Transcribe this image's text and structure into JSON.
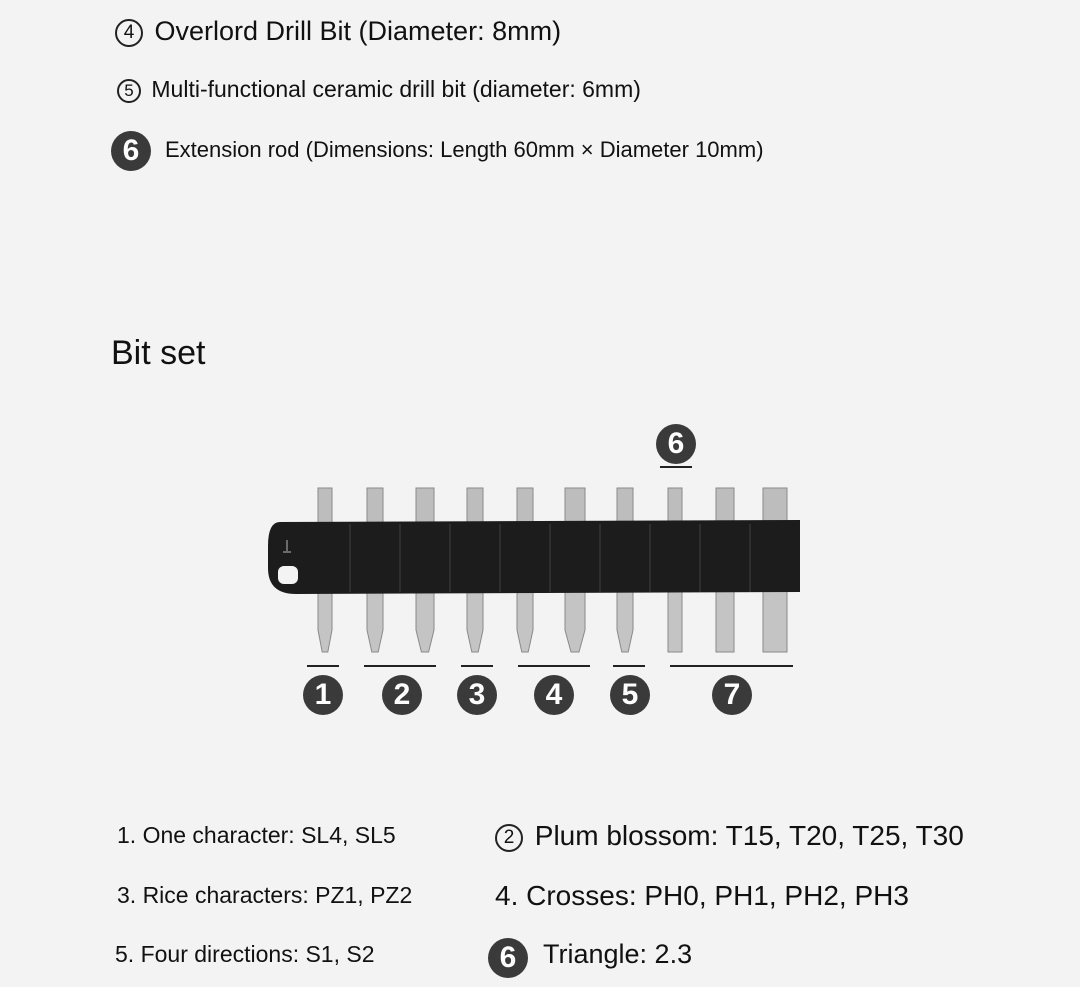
{
  "top_list": [
    {
      "marker": "4",
      "text": "Overlord Drill Bit (Diameter: 8mm)"
    },
    {
      "marker": "5",
      "text": "Multi-functional ceramic drill bit (diameter: 6mm)"
    },
    {
      "marker": "6",
      "text": "Extension rod (Dimensions: Length 60mm × Diameter 10mm)"
    }
  ],
  "section_title": "Bit set",
  "diagram_labels": [
    "1",
    "2",
    "3",
    "4",
    "5",
    "6",
    "7"
  ],
  "legend": [
    {
      "text": "1. One character: SL4, SL5"
    },
    {
      "marker": "2",
      "text": "Plum blossom: T15, T20, T25, T30"
    },
    {
      "text": "3. Rice characters: PZ1, PZ2"
    },
    {
      "text": "4. Crosses: PH0, PH1, PH2, PH3"
    },
    {
      "text": "5. Four directions: S1, S2"
    },
    {
      "marker": "6",
      "text": "Triangle: 2.3"
    }
  ],
  "colors": {
    "background": "#f3f3f3",
    "holder": "#1c1c1c",
    "marker_fill": "#3a3a3a",
    "bit_metal": "#b9b9b9"
  }
}
